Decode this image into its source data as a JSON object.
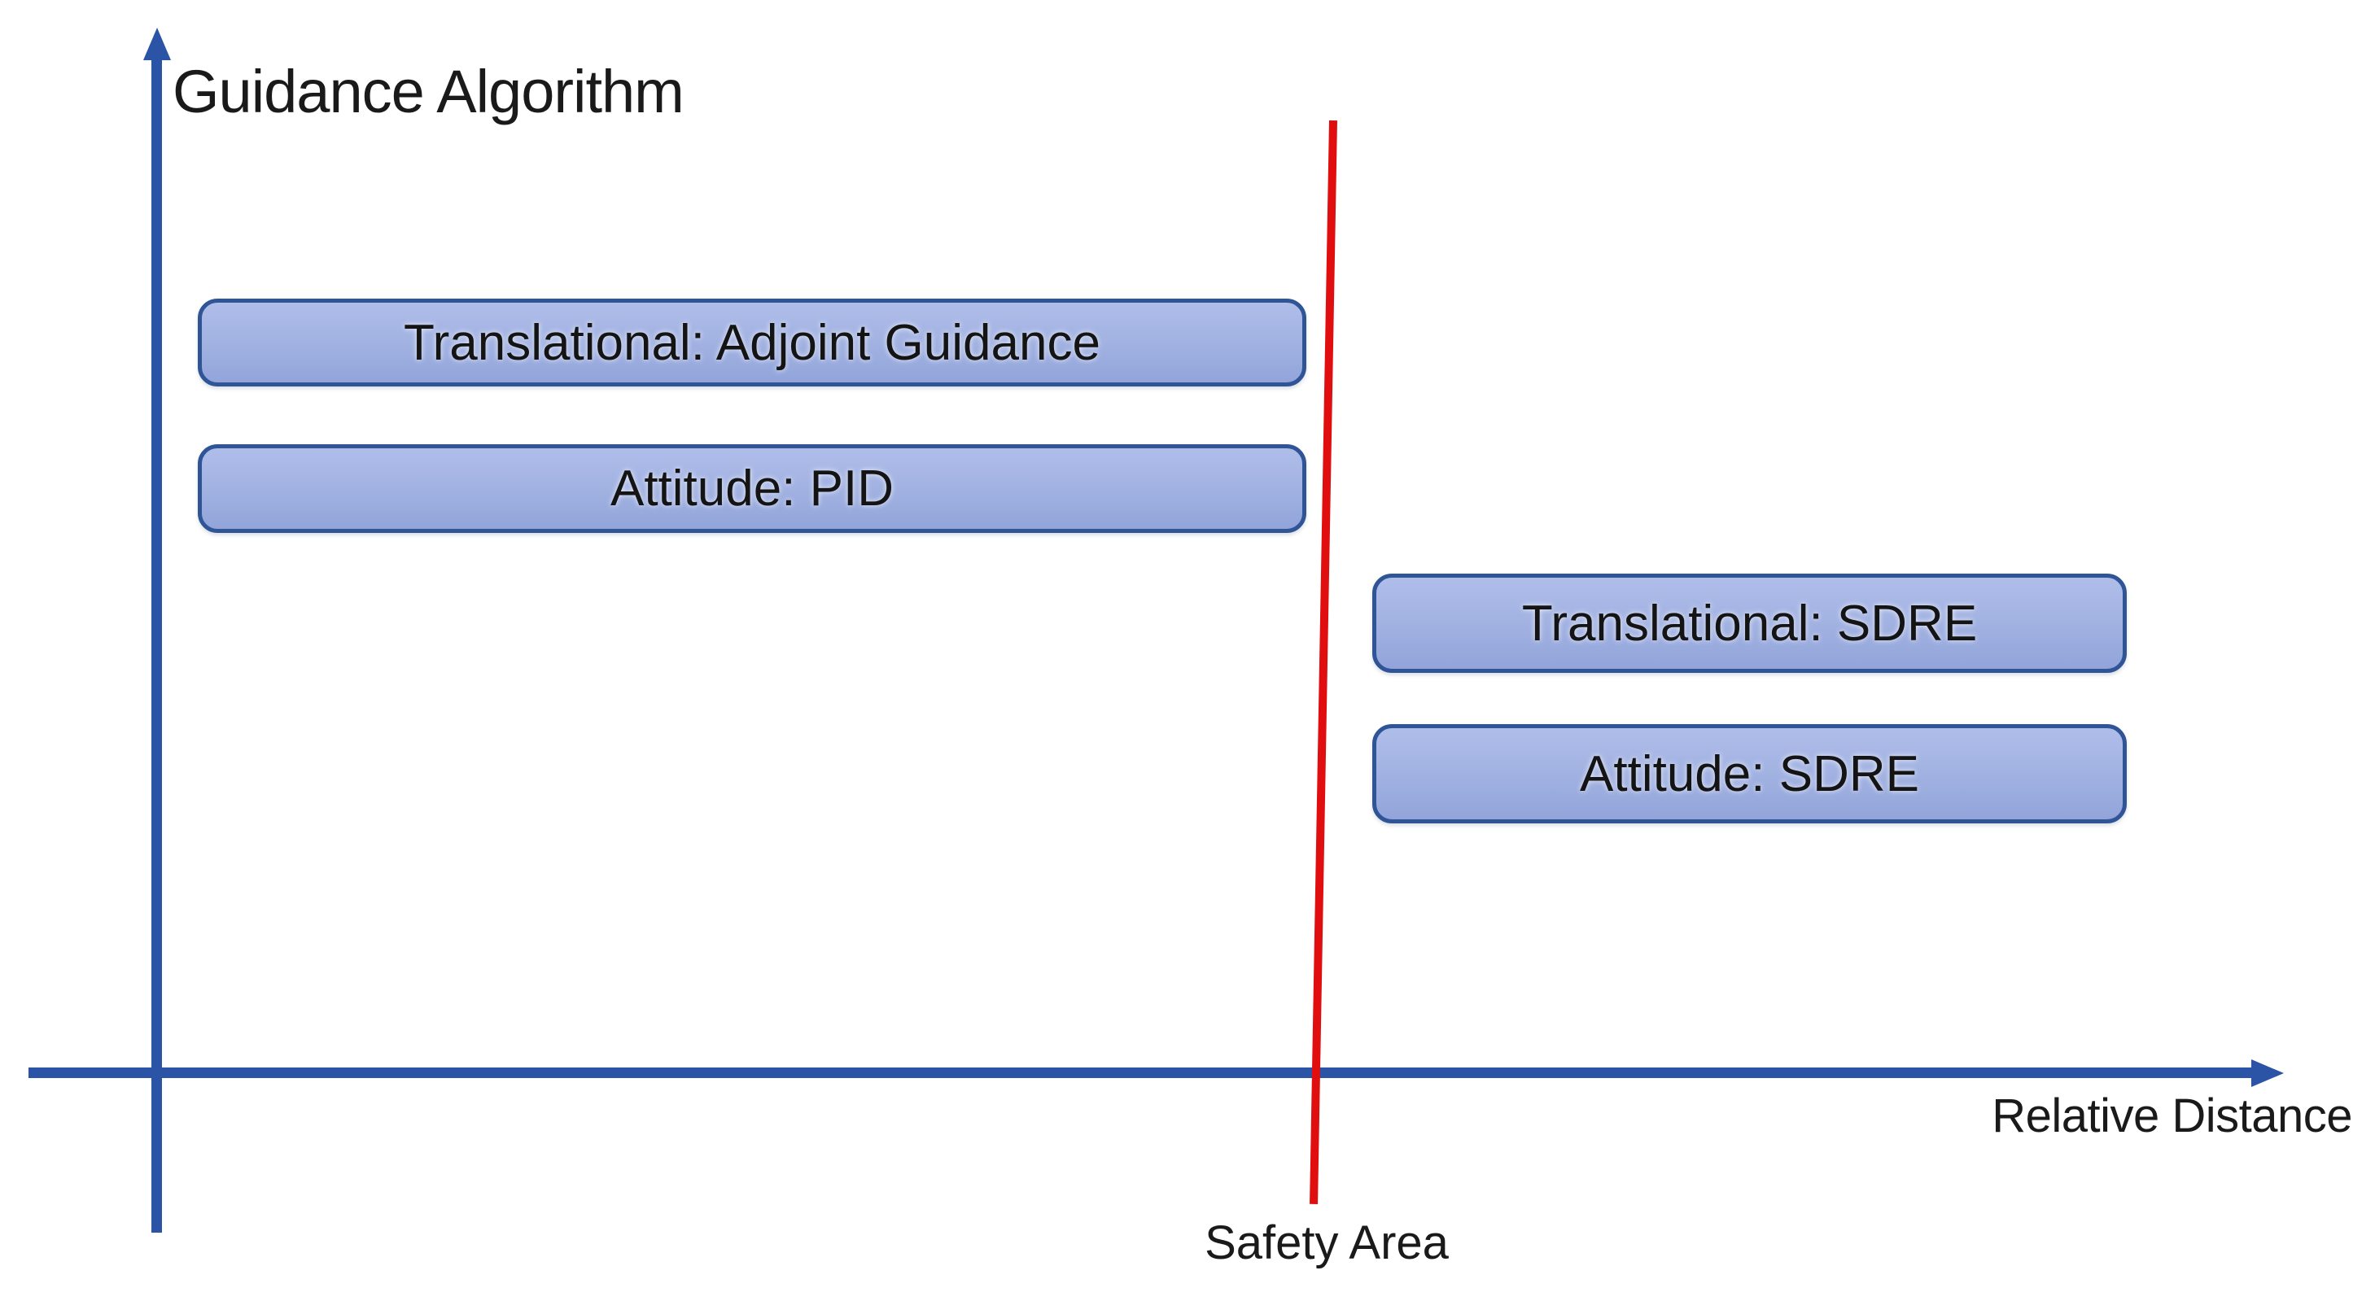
{
  "diagram": {
    "y_axis_label": "Guidance Algorithm",
    "x_axis_label": "Relative Distance",
    "safety_label": "Safety Area",
    "boxes": [
      {
        "label": "Translational: Adjoint Guidance",
        "region": "before-safety-area"
      },
      {
        "label": "Attitude: PID",
        "region": "before-safety-area"
      },
      {
        "label": "Translational: SDRE",
        "region": "after-safety-area"
      },
      {
        "label": "Attitude: SDRE",
        "region": "after-safety-area"
      }
    ],
    "colors": {
      "axis_blue": "#2b54a6",
      "box_border_blue": "#2f5597",
      "box_fill_top": "#afbde9",
      "box_fill_bottom": "#92a4da",
      "safety_line_red": "#e00e0e",
      "text": "#1a1a1a"
    }
  }
}
